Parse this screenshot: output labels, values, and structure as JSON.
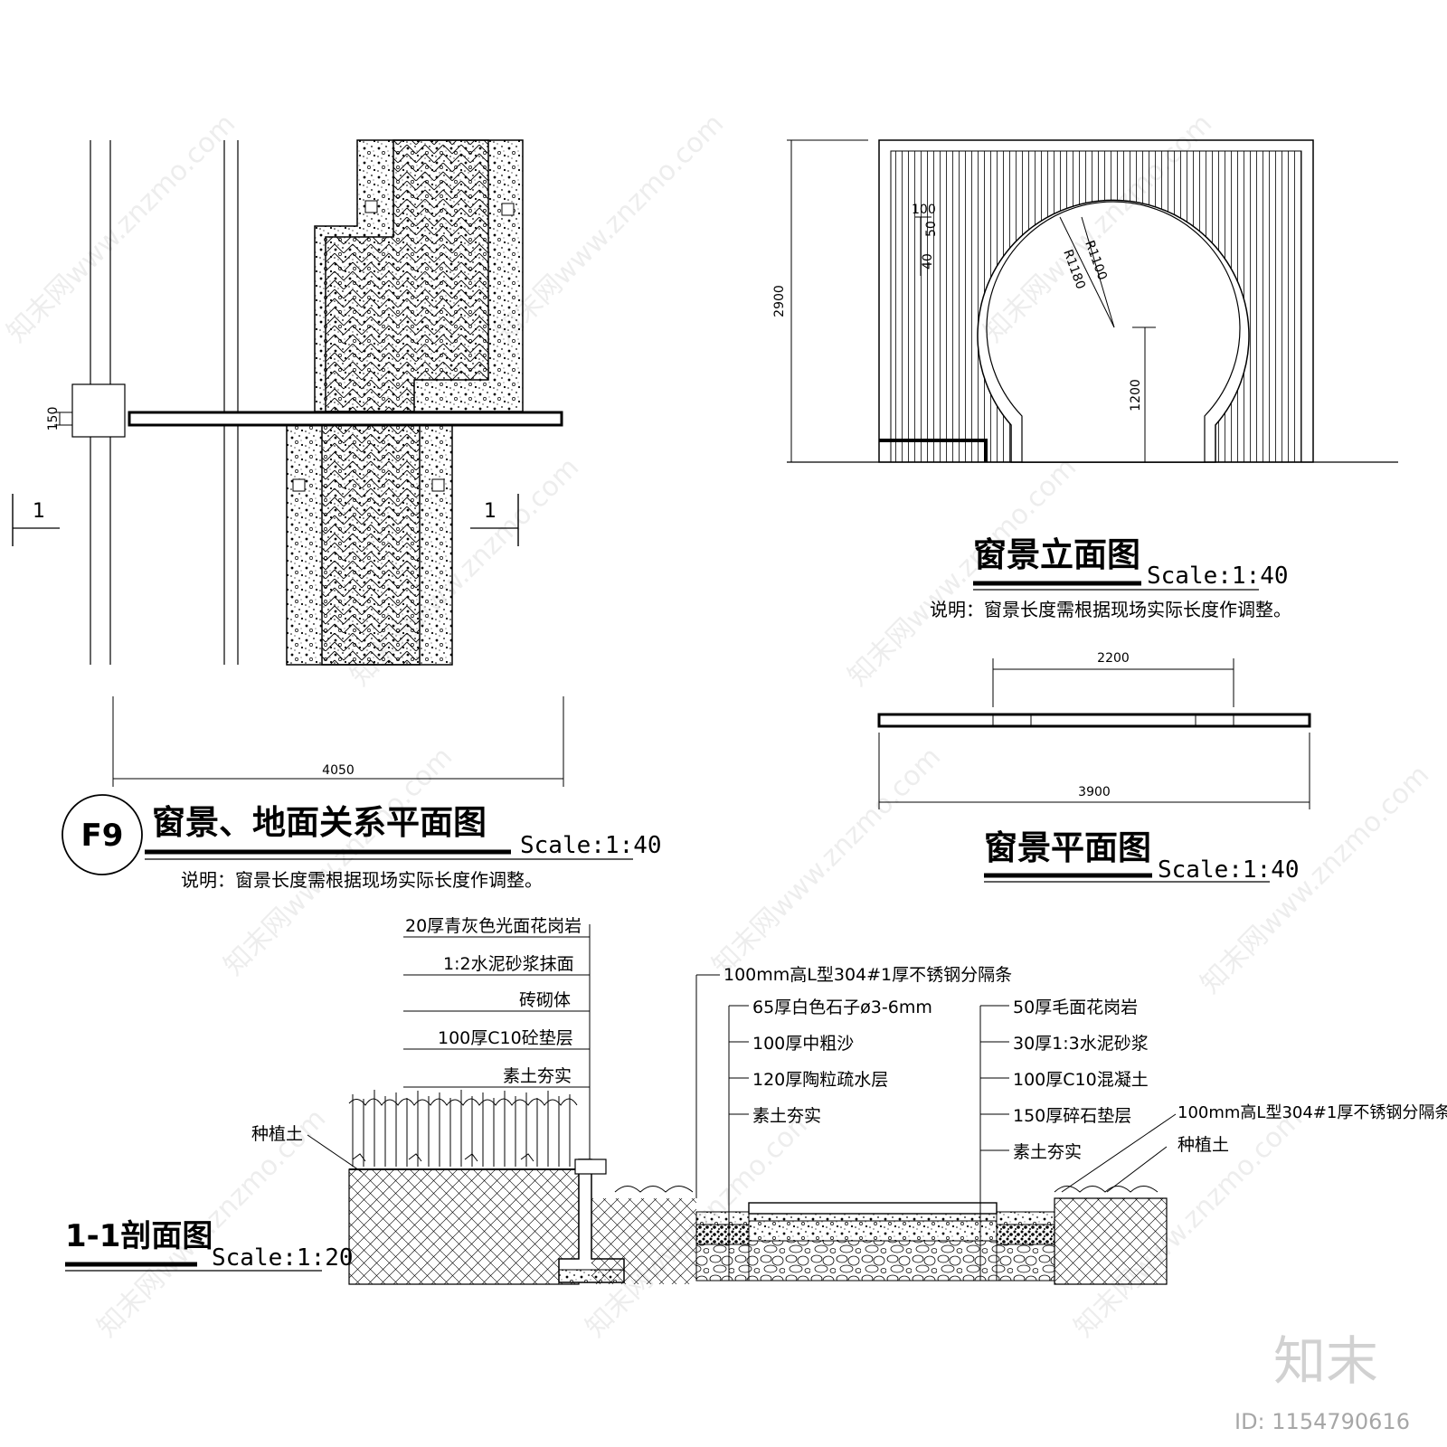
{
  "watermark": {
    "text": "知末网www.znzmo.com",
    "brand": "知末",
    "id": "ID: 1154790616"
  },
  "plan_view": {
    "badge": "F9",
    "title": "窗景、地面关系平面图",
    "scale": "Scale:1:40",
    "note": "说明：窗景长度需根据现场实际长度作调整。",
    "dim_width": "4050",
    "dim_bar": "150",
    "section_mark": "1"
  },
  "elevation": {
    "title": "窗景立面图",
    "scale": "Scale:1:40",
    "note": "说明：窗景长度需根据现场实际长度作调整。",
    "dim_height": "2900",
    "dim_opening": "1200",
    "dim_100": "100",
    "dim_50": "50",
    "dim_40": "40",
    "r_outer": "R1180",
    "r_inner": "R1100"
  },
  "window_plan": {
    "title": "窗景平面图",
    "scale": "Scale:1:40",
    "dim_opening": "2200",
    "dim_total": "3900"
  },
  "section": {
    "title": "1-1剖面图",
    "scale": "Scale:1:20",
    "wall_layers": [
      "20厚青灰色光面花岗岩",
      "1:2水泥砂浆抹面",
      "砖砌体",
      "100厚C10砼垫层",
      "素土夯实"
    ],
    "planting_left": "种植土",
    "edge_strip": "100mm高L型304#1厚不锈钢分隔条",
    "gravel_layers": [
      "65厚白色石子ø3-6mm",
      "100厚中粗沙",
      "120厚陶粒疏水层",
      "素土夯实"
    ],
    "paving_layers": [
      "50厚毛面花岗岩",
      "30厚1:3水泥砂浆",
      "100厚C10混凝土",
      "150厚碎石垫层",
      "素土夯实"
    ],
    "edge_strip_right": "100mm高L型304#1厚不锈钢分隔条",
    "planting_right": "种植土"
  }
}
